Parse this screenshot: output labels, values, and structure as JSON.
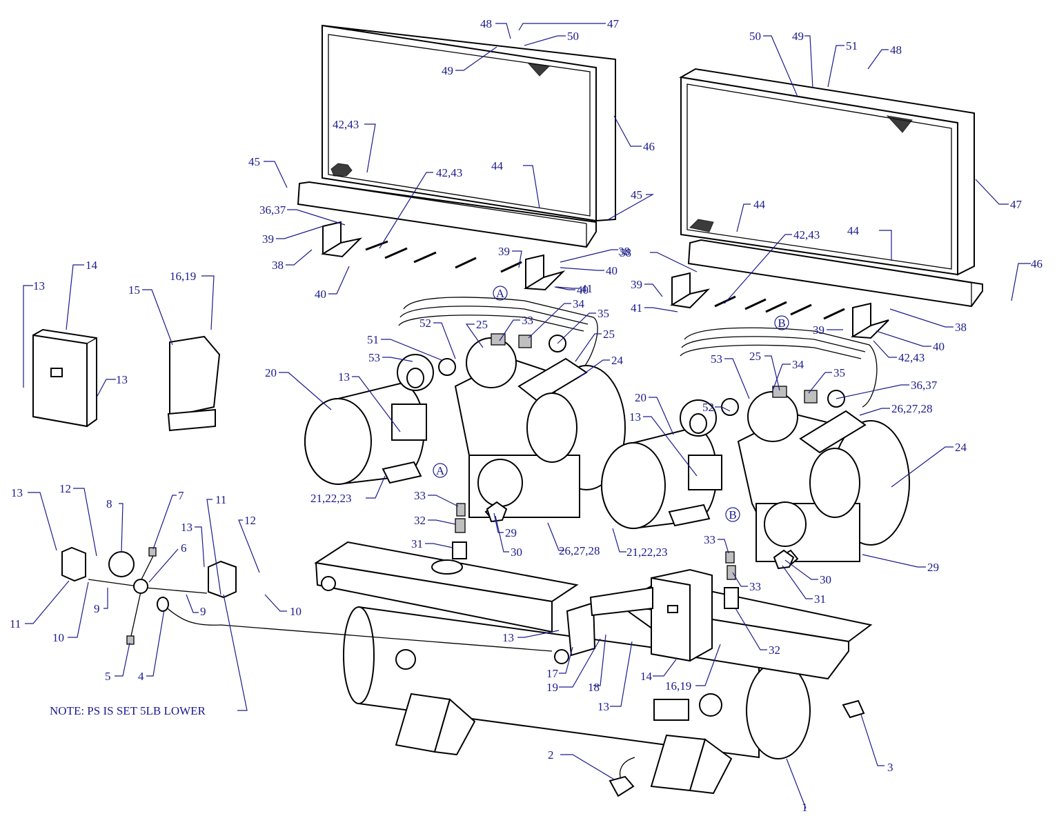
{
  "note": "NOTE: PS IS SET 5LB LOWER",
  "detail_markers": [
    "A",
    "A",
    "B",
    "B"
  ],
  "callouts": [
    "1",
    "2",
    "3",
    "4",
    "5",
    "6",
    "7",
    "8",
    "9",
    "9",
    "10",
    "10",
    "11",
    "11",
    "12",
    "12",
    "13",
    "13",
    "13",
    "13",
    "13",
    "13",
    "13",
    "13",
    "14",
    "14",
    "15",
    "16,19",
    "16,19",
    "17",
    "18",
    "19",
    "20",
    "20",
    "21,22,23",
    "21,22,23",
    "24",
    "24",
    "25",
    "25",
    "25",
    "26,27,28",
    "26,27,28",
    "29",
    "29",
    "30",
    "30",
    "31",
    "31",
    "32",
    "32",
    "33",
    "33",
    "33",
    "33",
    "34",
    "34",
    "35",
    "35",
    "36,37",
    "36,37",
    "38",
    "38",
    "38",
    "38",
    "39",
    "39",
    "39",
    "39",
    "40",
    "40",
    "40",
    "40",
    "41",
    "41",
    "42,43",
    "42,43",
    "42,43",
    "42,43",
    "44",
    "44",
    "44",
    "45",
    "45",
    "46",
    "46",
    "47",
    "47",
    "48",
    "48",
    "49",
    "49",
    "50",
    "50",
    "51",
    "51",
    "52",
    "52",
    "53",
    "53"
  ],
  "colors": {
    "callout": "#1a1a8c",
    "line": "#000000",
    "background": "#ffffff"
  }
}
